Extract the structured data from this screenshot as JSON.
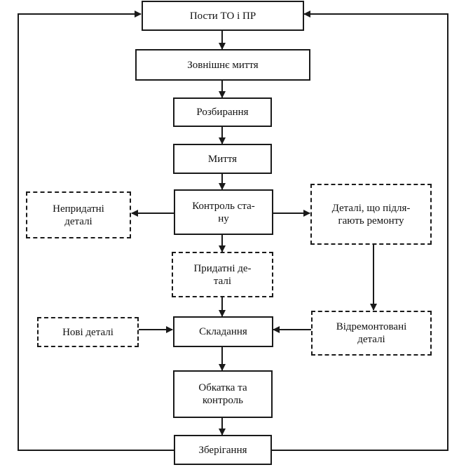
{
  "diagram": {
    "nodes": {
      "posty": "Пости ТО і ПР",
      "zovnishnie_myttia": "Зовнішнє миття",
      "rozbyrannia": "Розбирання",
      "myttia": "Миття",
      "kontrol_stanu": "Контроль ста-\nну",
      "nepryd_detali": "Непридатні\nдеталі",
      "remont_detali": "Деталі, що підля-\nгають ремонту",
      "prydatni_detali": "Придатні де-\nталі",
      "novi_detali": "Нові деталі",
      "skladannia": "Складання",
      "vidremontovani": "Відремонтовані\nдеталі",
      "obkatka": "Обкатка та\nконтроль",
      "zberihannia": "Зберігання"
    },
    "colors": {
      "stroke": "#1a1a1a",
      "text": "#111111",
      "background": "#ffffff"
    }
  }
}
